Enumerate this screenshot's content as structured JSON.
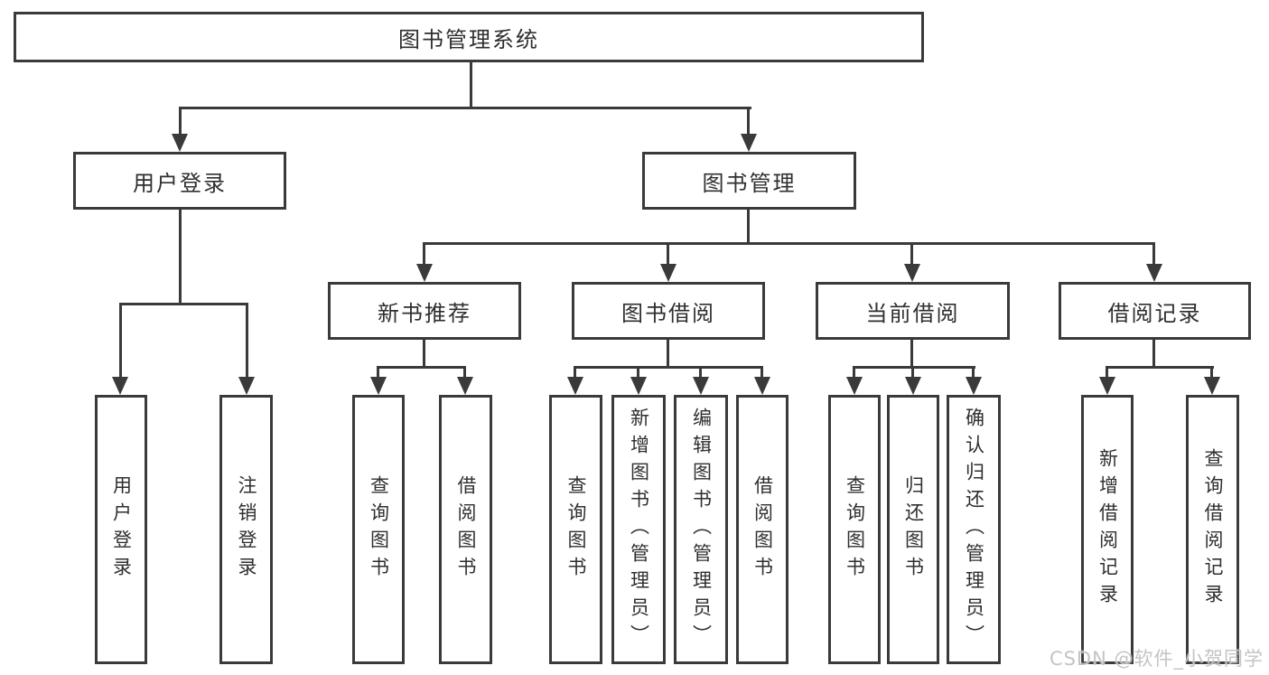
{
  "diagram": {
    "root": {
      "label": "图书管理系统"
    },
    "level2": [
      {
        "label": "用户登录",
        "leaves": [
          {
            "label": "用户登录"
          },
          {
            "label": "注销登录"
          }
        ]
      },
      {
        "label": "图书管理",
        "groups": [
          {
            "label": "新书推荐",
            "leaves": [
              {
                "label": "查询图书"
              },
              {
                "label": "借阅图书"
              }
            ]
          },
          {
            "label": "图书借阅",
            "leaves": [
              {
                "label": "查询图书"
              },
              {
                "label": "新增图书（管理员）"
              },
              {
                "label": "编辑图书（管理员）"
              },
              {
                "label": "借阅图书"
              }
            ]
          },
          {
            "label": "当前借阅",
            "leaves": [
              {
                "label": "查询图书"
              },
              {
                "label": "归还图书"
              },
              {
                "label": "确认归还（管理员）"
              }
            ]
          },
          {
            "label": "借阅记录",
            "leaves": [
              {
                "label": "新增借阅记录"
              },
              {
                "label": "查询借阅记录"
              }
            ]
          }
        ]
      }
    ]
  },
  "watermark": {
    "text": "CSDN @软件_小贺同学"
  },
  "colors": {
    "line": "#3a3a3a",
    "box_border": "#3a3a3a",
    "box_background": "#ffffff",
    "text": "#2f2f2f",
    "watermark": "#c1c1c1",
    "page_background": "#ffffff"
  }
}
